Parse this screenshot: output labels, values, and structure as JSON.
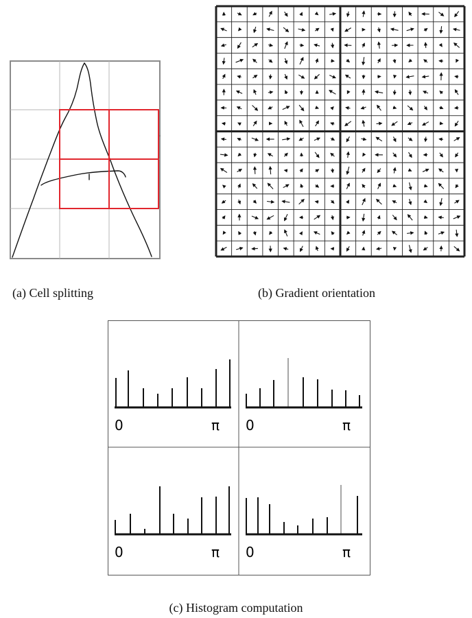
{
  "panels": {
    "a": {
      "caption": "(a) Cell splitting",
      "colors": {
        "grid": "#b7b7b7",
        "frame": "#8a8a8a",
        "selection": "#e1262d",
        "sketch": "#111111"
      }
    },
    "b": {
      "caption": "(b) Gradient orientation",
      "colors": {
        "grid": "#222222",
        "arrow": "#111111"
      }
    },
    "c": {
      "caption": "(c) Histogram computation",
      "axis_start": "0",
      "axis_end": "π",
      "colors": {
        "frame": "#555555",
        "axis": "#111111",
        "bar": "#111111",
        "highlight_bar": "#7f7f7f"
      }
    }
  }
}
